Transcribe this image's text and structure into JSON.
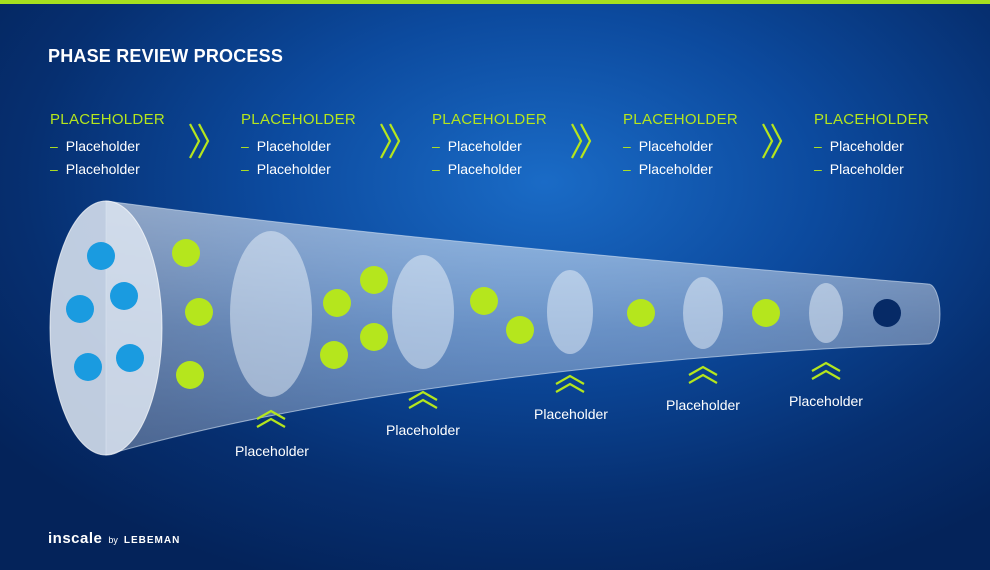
{
  "title": "PHASE REVIEW PROCESS",
  "colors": {
    "accent": "#b5e61d",
    "blue_dot": "#1a9be0",
    "background": "#0c4a9e"
  },
  "phases": [
    {
      "title": "PLACEHOLDER",
      "items": [
        "Placeholder",
        "Placeholder"
      ]
    },
    {
      "title": "PLACEHOLDER",
      "items": [
        "Placeholder",
        "Placeholder"
      ]
    },
    {
      "title": "PLACEHOLDER",
      "items": [
        "Placeholder",
        "Placeholder"
      ]
    },
    {
      "title": "PLACEHOLDER",
      "items": [
        "Placeholder",
        "Placeholder"
      ]
    },
    {
      "title": "PLACEHOLDER",
      "items": [
        "Placeholder",
        "Placeholder"
      ]
    }
  ],
  "gates": [
    "Placeholder",
    "Placeholder",
    "Placeholder",
    "Placeholder",
    "Placeholder"
  ],
  "footer": {
    "logo": "inscale",
    "by": "by",
    "brand": "LEBEMAN"
  }
}
